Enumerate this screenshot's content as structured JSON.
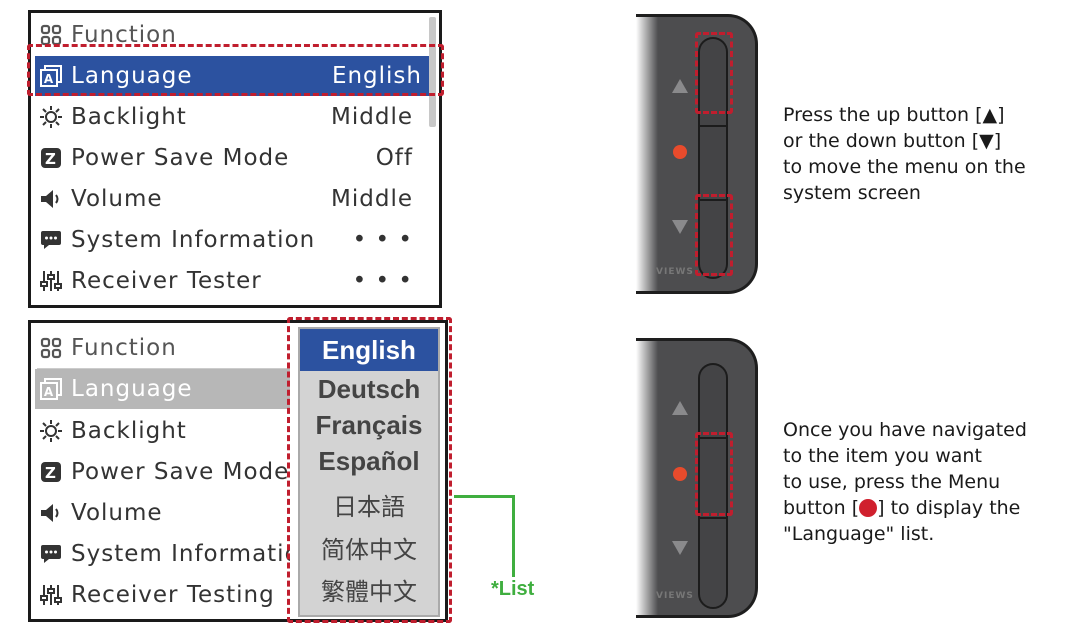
{
  "menu_top": {
    "header": "Function",
    "rows": [
      {
        "label": "Language",
        "value": "English"
      },
      {
        "label": "Backlight",
        "value": "Middle"
      },
      {
        "label": "Power Save Mode",
        "value": "Off"
      },
      {
        "label": "Volume",
        "value": "Middle"
      },
      {
        "label": "System Information",
        "value": "• • •"
      },
      {
        "label": "Receiver Tester",
        "value": "• • •"
      }
    ]
  },
  "menu_bottom": {
    "header": "Function",
    "rows": [
      {
        "label": "Language"
      },
      {
        "label": "Backlight"
      },
      {
        "label": "Power Save Mode"
      },
      {
        "label": "Volume"
      },
      {
        "label": "System Information"
      },
      {
        "label": "Receiver Testing"
      }
    ]
  },
  "language_list": {
    "items": [
      "English",
      "Deutsch",
      "Français",
      "Español",
      "日本語",
      "简体中文",
      "繁體中文"
    ],
    "selected": "English",
    "callout": "*List"
  },
  "device_brand": "VIEWS",
  "instructions": {
    "step1": [
      "Press the up button [▲]",
      "or the down button [▼]",
      "to move the menu on the",
      "system screen"
    ],
    "step2": [
      "Once you have navigated",
      "to the item you want",
      "to use, press the Menu",
      "\"Language\" list."
    ],
    "step2_button_prefix": "button [",
    "step2_button_suffix": "] to display the"
  },
  "colors": {
    "selection": "#2c52a0",
    "highlight_dash": "#c01e2e",
    "callout_green": "#3fae3f",
    "device_dot": "#e84b2c"
  }
}
